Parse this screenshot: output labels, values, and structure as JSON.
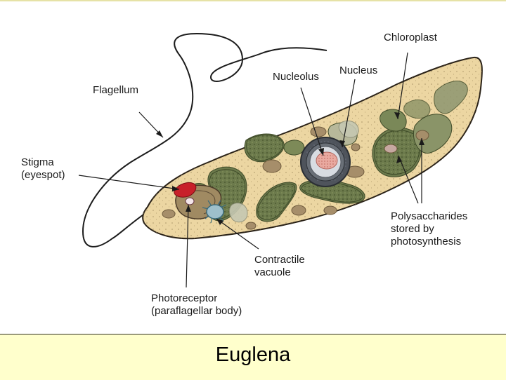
{
  "labels": {
    "chloroplast": "Chloroplast",
    "nucleolus": "Nucleolus",
    "nucleus": "Nucleus",
    "flagellum": "Flagellum",
    "stigma": [
      "Stigma",
      "(eyespot)"
    ],
    "polysaccharides": [
      "Polysaccharides",
      "stored by",
      "photosynthesis"
    ],
    "contractile": [
      "Contractile",
      "vacuole"
    ],
    "photoreceptor": [
      "Photoreceptor",
      "(paraflagellar body)"
    ]
  },
  "footer": {
    "title": "Euglena"
  },
  "colors": {
    "cell_fill": "#ecd6a2",
    "cell_outline": "#2a2218",
    "chloroplast": "#6c7a4c",
    "nucleus_ring": "#4f545c",
    "nucleolus": "#e9a9a0",
    "stigma": "#c8202a",
    "contractile_vacuole": "#9ebfcb",
    "polysaccharide_granule": "#a68e6a",
    "footer_bg": "#ffffcc"
  }
}
